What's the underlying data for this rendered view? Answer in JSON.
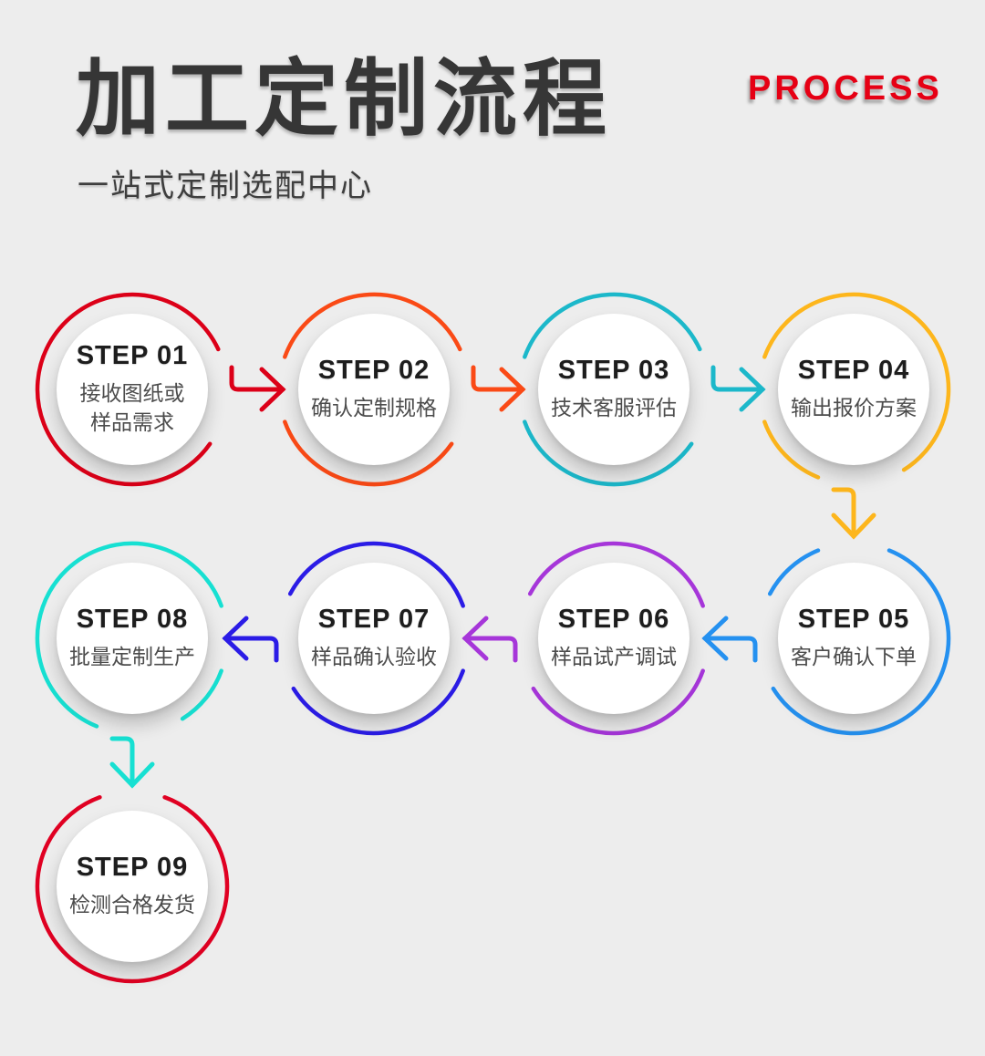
{
  "header": {
    "title": "加工定制流程",
    "tagline": "PROCESS",
    "subtitle": "一站式定制选配中心"
  },
  "palette": {
    "background": "#ededed",
    "title_color": "#363636",
    "tagline_color": "#e60014",
    "step_label_color": "#1d1d1d",
    "step_desc_color": "#4c4c4c"
  },
  "steps": [
    {
      "label": "STEP 01",
      "desc": "接收图纸或\n样品需求",
      "ring_color": "#dc0018"
    },
    {
      "label": "STEP 02",
      "desc": "确认定制规格",
      "ring_color": "#fa4a16"
    },
    {
      "label": "STEP 03",
      "desc": "技术客服评估",
      "ring_color": "#1cb8ca"
    },
    {
      "label": "STEP 04",
      "desc": "输出报价方案",
      "ring_color": "#fdb61c"
    },
    {
      "label": "STEP 05",
      "desc": "客户确认下单",
      "ring_color": "#2591f0"
    },
    {
      "label": "STEP 06",
      "desc": "样品试产调试",
      "ring_color": "#a636d9"
    },
    {
      "label": "STEP 07",
      "desc": "样品确认验收",
      "ring_color": "#2b1ce6"
    },
    {
      "label": "STEP 08",
      "desc": "批量定制生产",
      "ring_color": "#17e0d2"
    },
    {
      "label": "STEP 09",
      "desc": "检测合格发货",
      "ring_color": "#e00022"
    }
  ]
}
